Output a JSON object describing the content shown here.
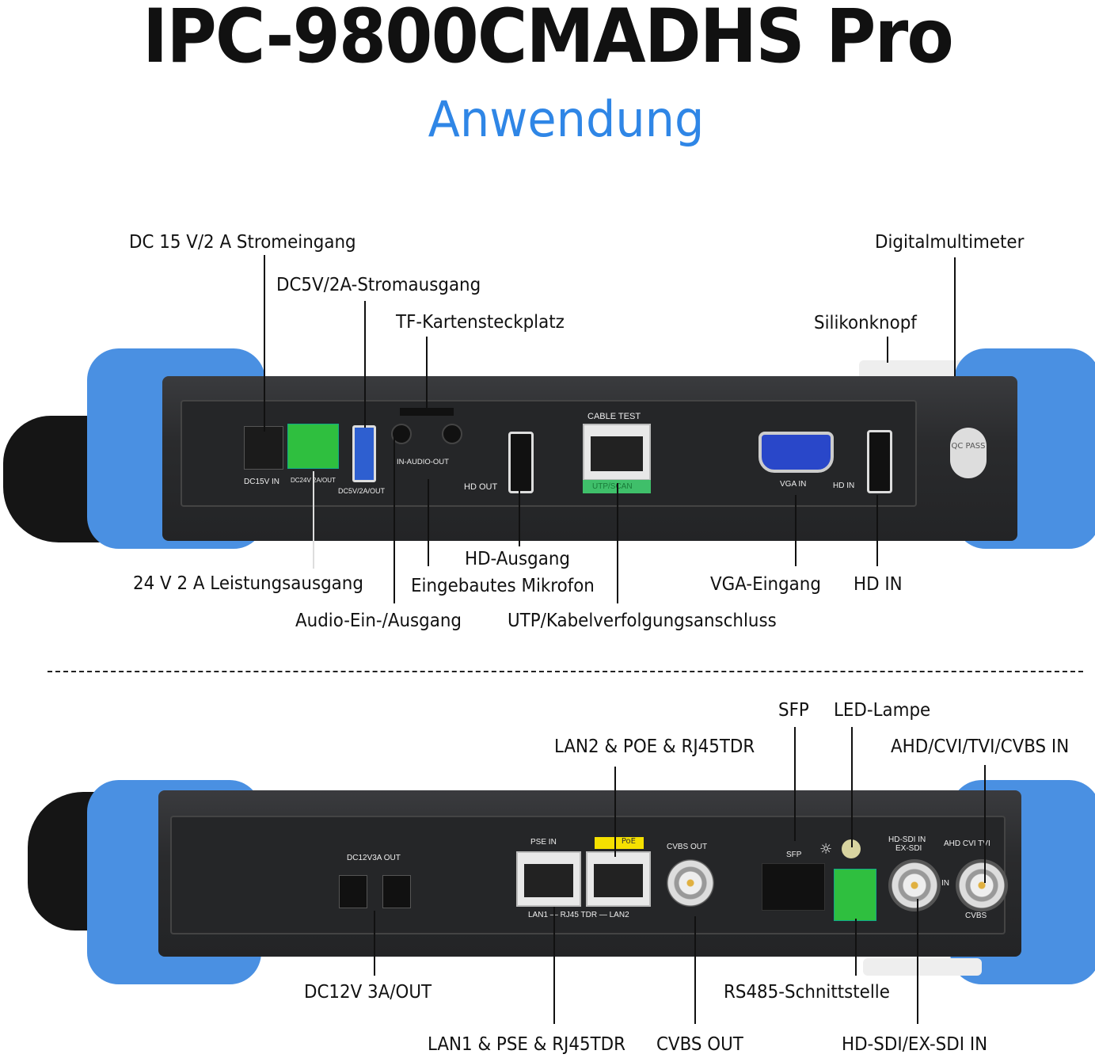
{
  "title": "IPC-9800CMADHS Pro",
  "subtitle": "Anwendung",
  "accent_color": "#2f86e6",
  "top_labels": {
    "dc15_in": "DC 15 V/2 A Stromeingang",
    "dc5_out": "DC5V/2A-Stromausgang",
    "tf_slot": "TF-Kartensteckplatz",
    "multimeter": "Digitalmultimeter",
    "silicone": "Silikonknopf",
    "out24": "24 V 2 A Leistungsausgang",
    "hd_out": "HD-Ausgang",
    "mic": "Eingebautes Mikrofon",
    "audio": "Audio-Ein-/Ausgang",
    "utp": "UTP/Kabelverfolgungsanschluss",
    "vga": "VGA-Eingang",
    "hd_in": "HD IN"
  },
  "top_device": {
    "dc15v_in": "DC15V IN",
    "dc24v": "DC24V 2A/OUT",
    "dc5v": "DC5V/2A/OUT",
    "audio": "IN-AUDIO-OUT",
    "hd_out": "HD OUT",
    "cable_test": "CABLE TEST",
    "utp_scan": "UTP/SCAN",
    "vga_in": "VGA IN",
    "hd_in": "HD IN",
    "qc": "QC PASS"
  },
  "bottom_labels": {
    "sfp": "SFP",
    "led": "LED-Lampe",
    "lan2": "LAN2 & POE & RJ45TDR",
    "ahd": "AHD/CVI/TVI/CVBS IN",
    "dc12": "DC12V 3A/OUT",
    "rs485": "RS485-Schnittstelle",
    "lan1": "LAN1 & PSE & RJ45TDR",
    "cvbs_out": "CVBS OUT",
    "sdi": "HD-SDI/EX-SDI IN"
  },
  "bottom_device": {
    "dc12v": "DC12V3A OUT",
    "pse_in": "PSE IN",
    "poe": "PoE",
    "cvbs_out": "CVBS OUT",
    "lan_row": "LAN1 — RJ45 TDR — LAN2",
    "sfp": "SFP",
    "hdsdi": "HD-SDI IN",
    "exsdi": "EX-SDI",
    "in": "IN",
    "ahd": "AHD CVI TVI",
    "cvbs": "CVBS"
  }
}
